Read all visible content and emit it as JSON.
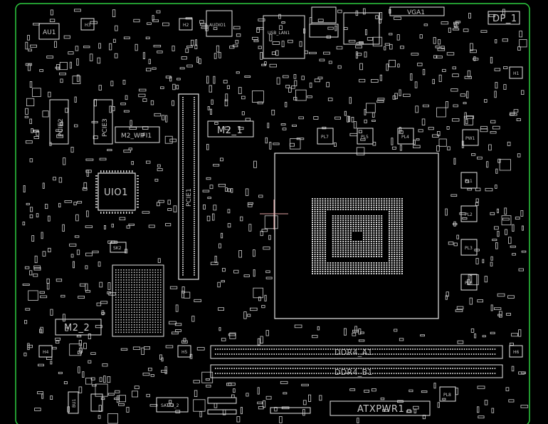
{
  "diagram": {
    "board_outline_color": "#2ecc40",
    "silk_color": "#d9d9d9",
    "crosshair_color": "#e0a0a0",
    "labels": {
      "vga": "VGA1",
      "dp": "DP_1",
      "au1": "AU1",
      "h3": "H3",
      "h2": "H2",
      "audio": "AUDIO1",
      "usb": "USB_LAN1",
      "h1": "H1",
      "pcie2": "PCIE2",
      "pcie3": "PCIE3",
      "m2_wifi": "M2_WIFI1",
      "m2_1": "M2_1",
      "pcie1": "PCIE1",
      "uio1": "UIO1",
      "m2_2": "M2_2",
      "sk2": "SK2",
      "h4": "H4",
      "h5": "H5",
      "h6": "H6",
      "pl7": "PL7",
      "pl5": "PL5",
      "pl4": "PL4",
      "pw1": "PW1",
      "pl1": "PL1",
      "pl2": "PL2",
      "pl3": "PL3",
      "pl6": "PL6",
      "pl8": "PL8",
      "ddr_a1": "DDR4_A1",
      "ddr_b1": "DDR4_B1",
      "atxpwr": "ATXPWR1",
      "sata": "SATA3_2",
      "bu1": "BU1"
    }
  }
}
